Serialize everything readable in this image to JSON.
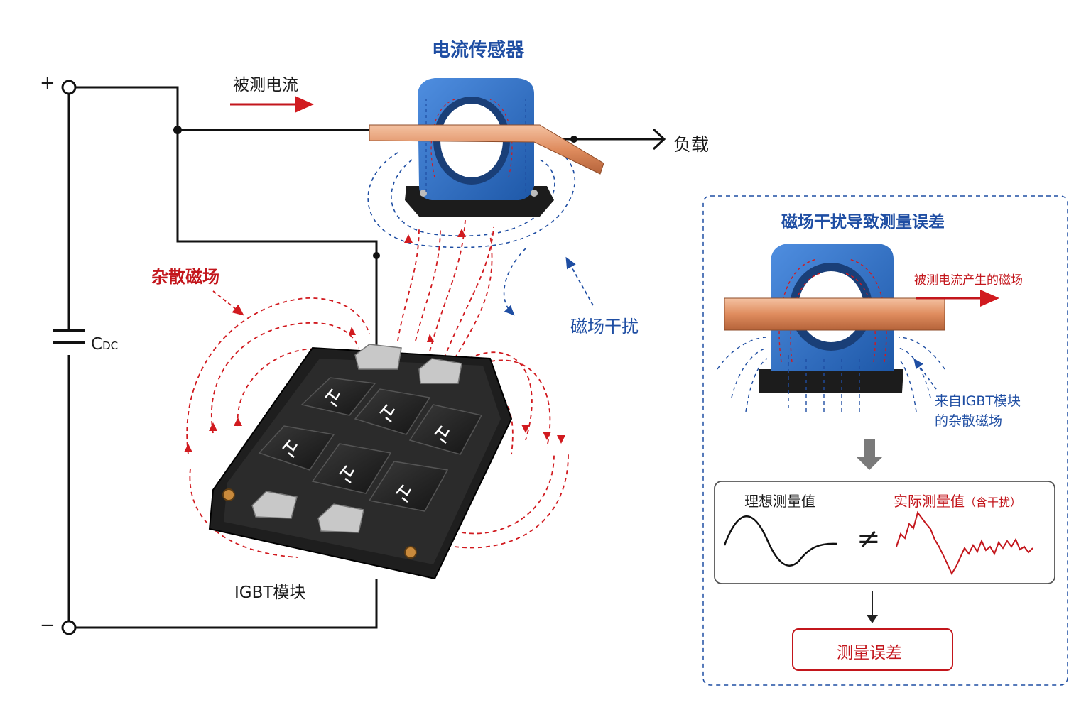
{
  "labels": {
    "sensor_title": "电流传感器",
    "measured_current": "被测电流",
    "load": "负载",
    "plus": "+",
    "minus": "−",
    "cdc_main": "C",
    "cdc_sub": "DC",
    "stray_field": "杂散磁场",
    "field_interference": "磁场干扰",
    "igbt_module": "IGBT模块"
  },
  "panel": {
    "title": "磁场干扰导致测量误差",
    "field_from_current": "被测电流产生的磁场",
    "stray_from_igbt_line1": "来自IGBT模块",
    "stray_from_igbt_line2": "的杂散磁场",
    "ideal_value": "理想测量值",
    "actual_value": "实际测量值",
    "actual_note": "（含干扰）",
    "not_equal": "≠",
    "result": "测量误差"
  },
  "colors": {
    "sensor_blue": "#2f6fc4",
    "stray_red": "#d11a1f",
    "interference_blue": "#1f4ea3",
    "copper": "#e0946a",
    "module_dark": "#2a2a2a"
  }
}
